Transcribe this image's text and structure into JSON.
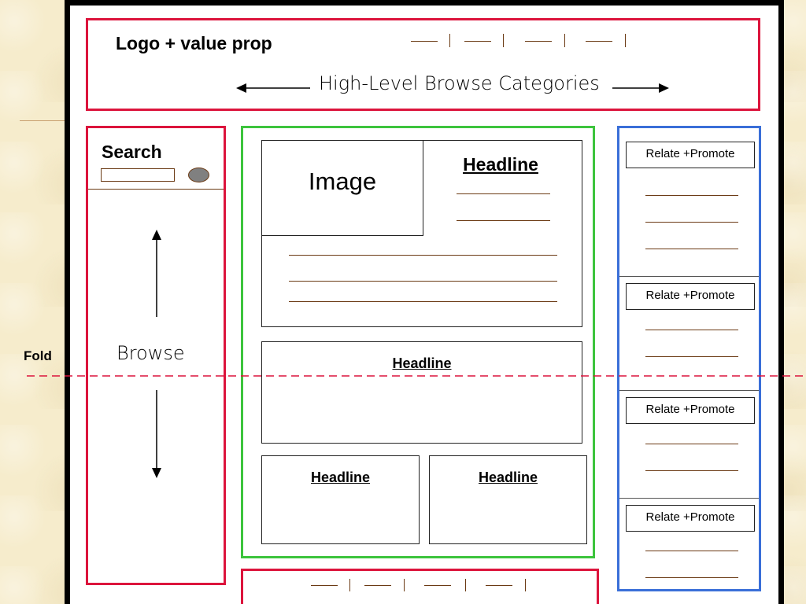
{
  "header": {
    "logo_label": "Logo + value prop",
    "categories_label": "High-Level Browse Categories"
  },
  "sidebar": {
    "search_label": "Search",
    "browse_label": "Browse"
  },
  "fold_label": "Fold",
  "main": {
    "image_label": "Image",
    "headline_primary": "Headline",
    "headline_secondary": "Headline",
    "headline_small_left": "Headline",
    "headline_small_right": "Headline"
  },
  "right_rail": {
    "items": [
      {
        "label": "Relate +Promote"
      },
      {
        "label": "Relate +Promote"
      },
      {
        "label": "Relate +Promote"
      },
      {
        "label": "Relate +Promote"
      }
    ]
  },
  "colors": {
    "header_border": "#dc143c",
    "content_border": "#3dc43d",
    "rail_border": "#3a6fd8",
    "fold_line": "#dc143c"
  }
}
